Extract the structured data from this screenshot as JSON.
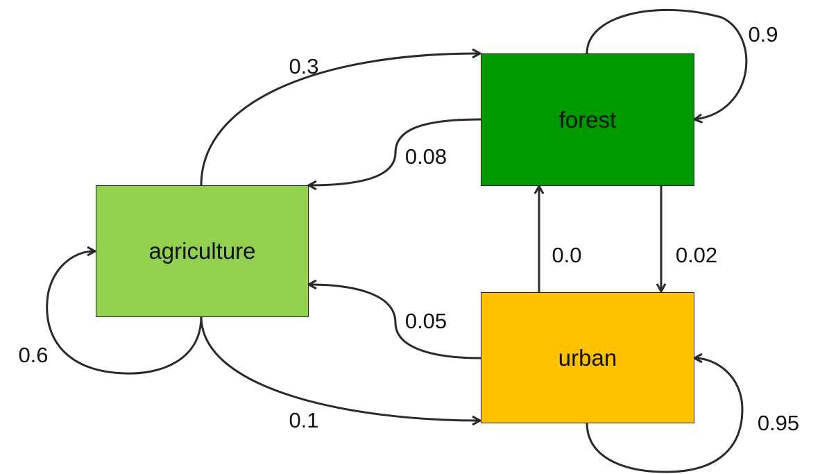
{
  "title": "Land use transition diagram",
  "nodes": {
    "agriculture": {
      "label": "agriculture",
      "color": "#92d050"
    },
    "forest": {
      "label": "forest",
      "color": "#009900"
    },
    "urban": {
      "label": "urban",
      "color": "#ffc000"
    }
  },
  "edges": [
    {
      "from": "agriculture",
      "to": "forest",
      "label": "0.3"
    },
    {
      "from": "forest",
      "to": "agriculture",
      "label": "0.08"
    },
    {
      "from": "forest",
      "to": "forest",
      "label": "0.9"
    },
    {
      "from": "urban",
      "to": "forest",
      "label": "0.0"
    },
    {
      "from": "forest",
      "to": "urban",
      "label": "0.02"
    },
    {
      "from": "urban",
      "to": "agriculture",
      "label": "0.05"
    },
    {
      "from": "agriculture",
      "to": "urban",
      "label": "0.1"
    },
    {
      "from": "agriculture",
      "to": "agriculture",
      "label": "0.6"
    },
    {
      "from": "urban",
      "to": "urban",
      "label": "0.95"
    }
  ]
}
